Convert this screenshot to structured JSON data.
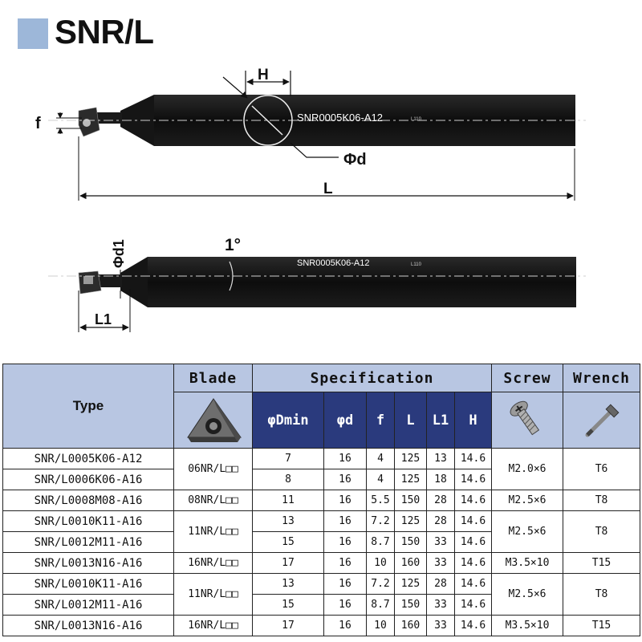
{
  "title": "SNR/L",
  "colors": {
    "swatch": "#9db7d9",
    "header_light": "#b8c6e2",
    "header_dark": "#2a3a7d",
    "tool_body": "#111111"
  },
  "drawing": {
    "tool1_marking": "SNR0005K06-A12",
    "tool1_small_marking": "L110",
    "tool2_marking": "SNR0005K06-A12",
    "tool2_small_marking": "L110",
    "label_H": "H",
    "label_f": "f",
    "label_phid": "Φd",
    "label_L": "L",
    "label_phid1": "Φd1",
    "label_angle": "1°",
    "label_L1": "L1"
  },
  "table": {
    "headers": {
      "type": "Type",
      "blade": "Blade",
      "specification": "Specification",
      "screw": "Screw",
      "wrench": "Wrench",
      "dmin": "φDmin",
      "d": "φd",
      "f": "f",
      "L": "L",
      "L1": "L1",
      "H": "H"
    },
    "icons": {
      "blade": "insert-icon",
      "screw": "screw-icon",
      "wrench": "wrench-icon"
    },
    "rows": [
      {
        "type": "SNR/L0005K06-A12",
        "blade": "06NR/L□□",
        "dmin": "7",
        "d": "16",
        "f": "4",
        "L": "125",
        "L1": "13",
        "H": "14.6",
        "screw": "M2.0×6",
        "wrench": "T6"
      },
      {
        "type": "SNR/L0006K06-A16",
        "dmin": "8",
        "d": "16",
        "f": "4",
        "L": "125",
        "L1": "18",
        "H": "14.6"
      },
      {
        "type": "SNR/L0008M08-A16",
        "blade": "08NR/L□□",
        "dmin": "11",
        "d": "16",
        "f": "5.5",
        "L": "150",
        "L1": "28",
        "H": "14.6",
        "screw": "M2.5×6",
        "wrench": "T8"
      },
      {
        "type": "SNR/L0010K11-A16",
        "blade": "11NR/L□□",
        "dmin": "13",
        "d": "16",
        "f": "7.2",
        "L": "125",
        "L1": "28",
        "H": "14.6",
        "screw": "M2.5×6",
        "wrench": "T8"
      },
      {
        "type": "SNR/L0012M11-A16",
        "dmin": "15",
        "d": "16",
        "f": "8.7",
        "L": "150",
        "L1": "33",
        "H": "14.6"
      },
      {
        "type": "SNR/L0013N16-A16",
        "blade": "16NR/L□□",
        "dmin": "17",
        "d": "16",
        "f": "10",
        "L": "160",
        "L1": "33",
        "H": "14.6",
        "screw": "M3.5×10",
        "wrench": "T15"
      },
      {
        "type": "SNR/L0010K11-A16",
        "blade": "11NR/L□□",
        "dmin": "13",
        "d": "16",
        "f": "7.2",
        "L": "125",
        "L1": "28",
        "H": "14.6",
        "screw": "M2.5×6",
        "wrench": "T8"
      },
      {
        "type": "SNR/L0012M11-A16",
        "dmin": "15",
        "d": "16",
        "f": "8.7",
        "L": "150",
        "L1": "33",
        "H": "14.6"
      },
      {
        "type": "SNR/L0013N16-A16",
        "blade": "16NR/L□□",
        "dmin": "17",
        "d": "16",
        "f": "10",
        "L": "160",
        "L1": "33",
        "H": "14.6",
        "screw": "M3.5×10",
        "wrench": "T15"
      }
    ]
  }
}
